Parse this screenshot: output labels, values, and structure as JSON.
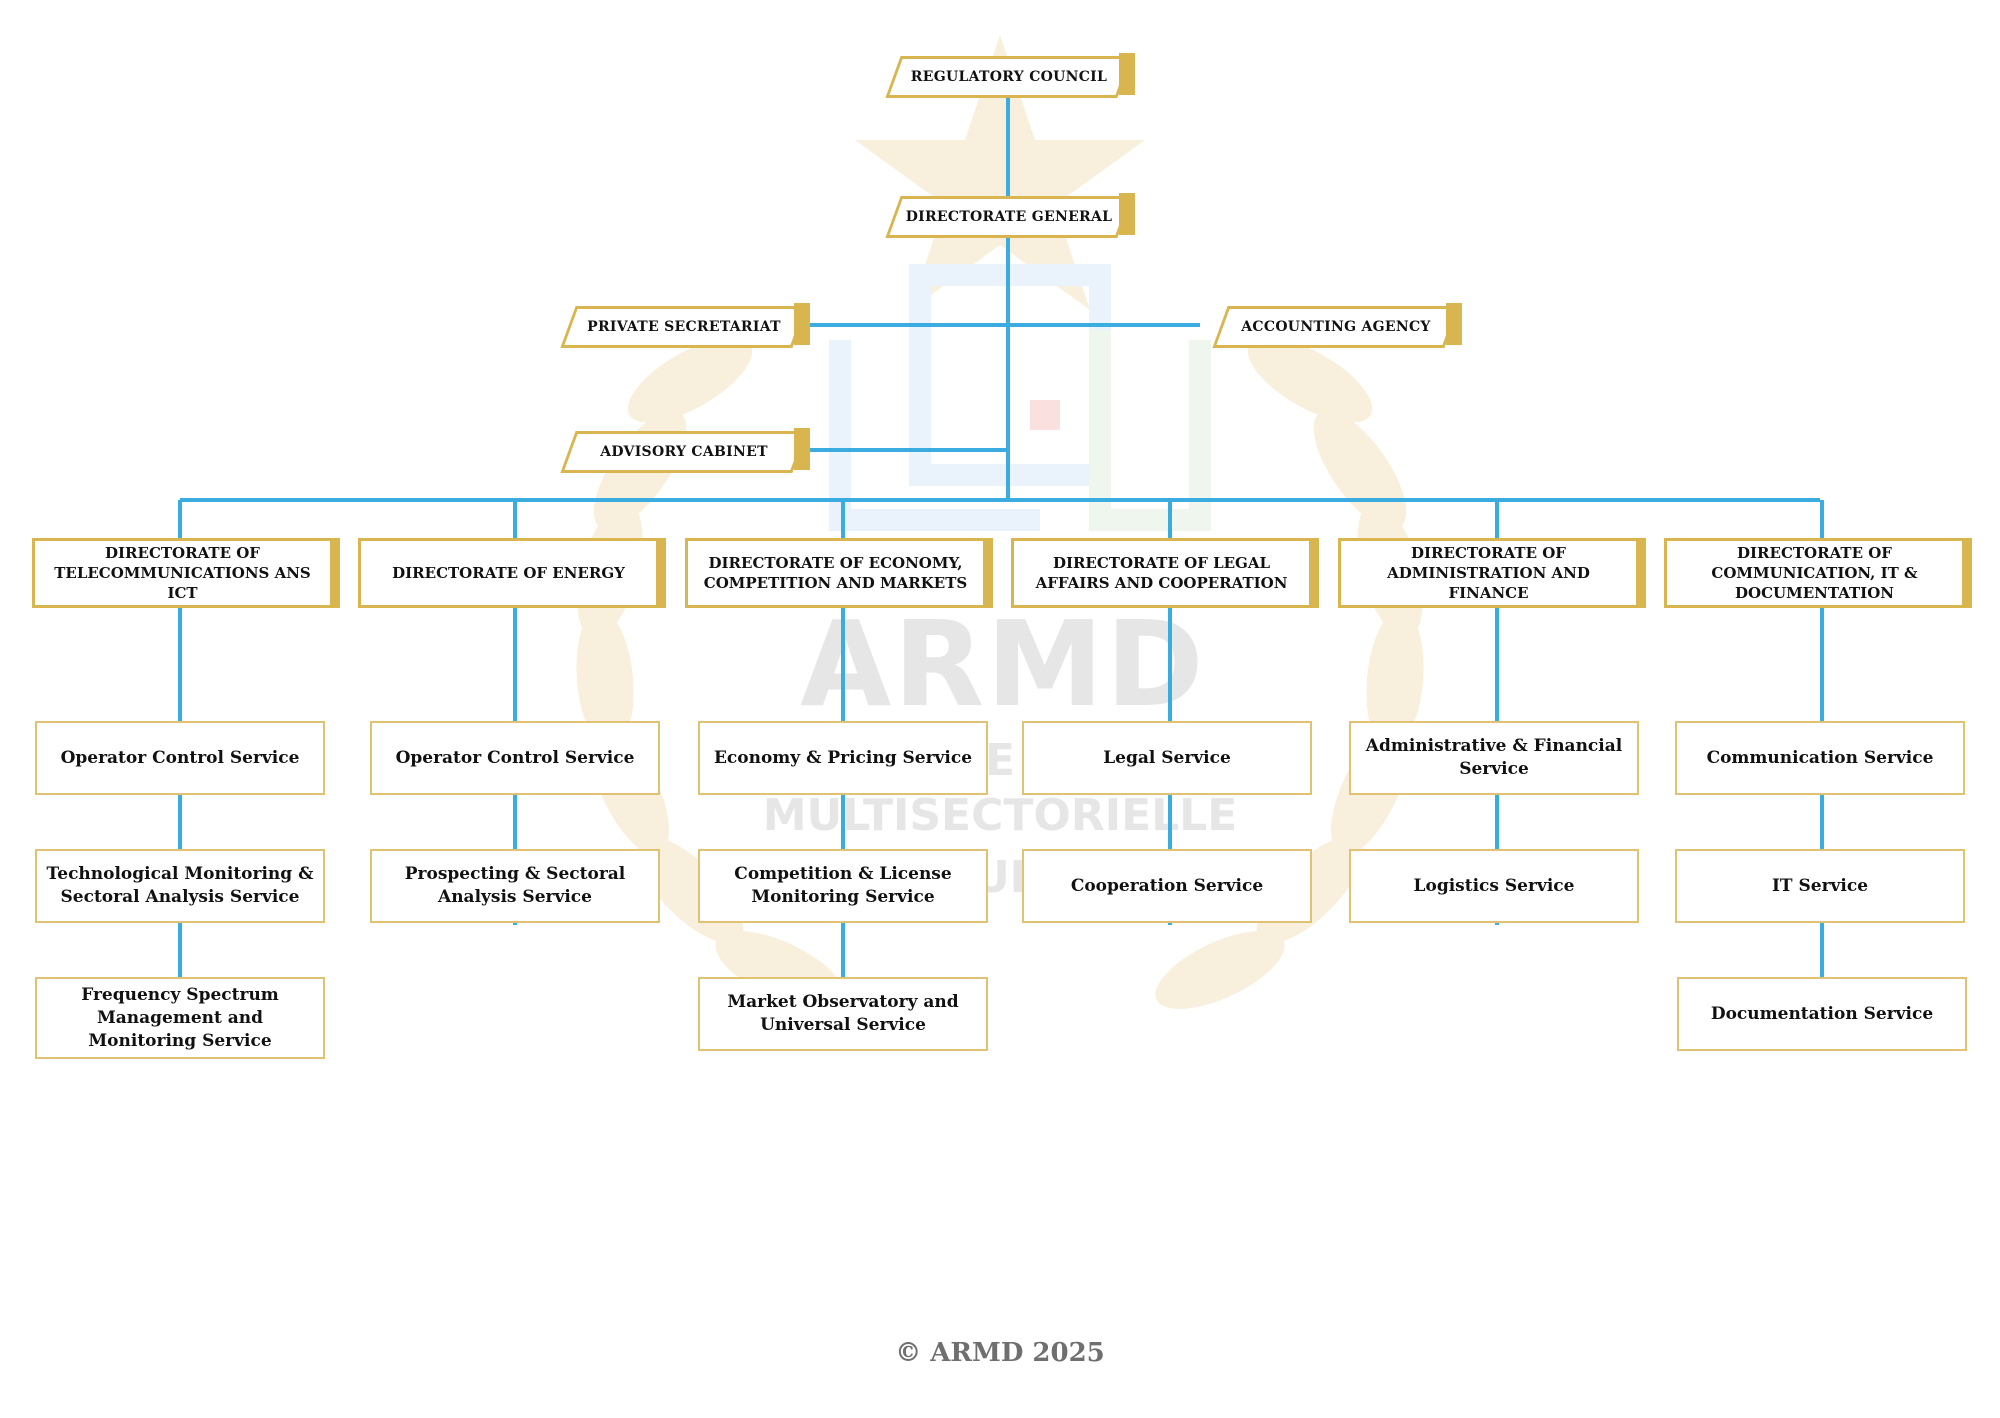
{
  "top": {
    "regulatory_council": "REGULATORY COUNCIL",
    "directorate_general": "DIRECTORATE GENERAL",
    "private_secretariat": "PRIVATE SECRETARIAT",
    "accounting_agency": "ACCOUNTING AGENCY",
    "advisory_cabinet": "ADVISORY CABINET"
  },
  "directorates": [
    {
      "title": "DIRECTORATE OF TELECOMMUNICATIONS ANS ICT",
      "services": [
        "Operator Control Service",
        "Technological Monitoring & Sectoral Analysis Service",
        "Frequency Spectrum Management and Monitoring Service"
      ]
    },
    {
      "title": "DIRECTORATE OF ENERGY",
      "services": [
        "Operator Control Service",
        "Prospecting & Sectoral Analysis Service"
      ]
    },
    {
      "title": "DIRECTORATE OF ECONOMY, COMPETITION AND MARKETS",
      "services": [
        "Economy & Pricing Service",
        "Competition & License Monitoring Service",
        "Market Observatory and Universal Service"
      ]
    },
    {
      "title": "DIRECTORATE OF LEGAL AFFAIRS AND COOPERATION",
      "services": [
        "Legal Service",
        "Cooperation Service"
      ]
    },
    {
      "title": "DIRECTORATE OF ADMINISTRATION AND FINANCE",
      "services": [
        "Administrative & Financial Service",
        "Logistics Service"
      ]
    },
    {
      "title": "DIRECTORATE OF COMMUNICATION, IT & DOCUMENTATION",
      "services": [
        "Communication Service",
        "IT Service",
        "Documentation Service"
      ]
    }
  ],
  "watermark": {
    "title": "ARMD",
    "line1": "E",
    "line2": "MULTISECTORIELLE",
    "line3": "UI"
  },
  "footer": "© ARMD 2025",
  "colors": {
    "gold": "#d9b54f",
    "line": "#3aace0",
    "watermark_gold": "#f7efd9"
  }
}
